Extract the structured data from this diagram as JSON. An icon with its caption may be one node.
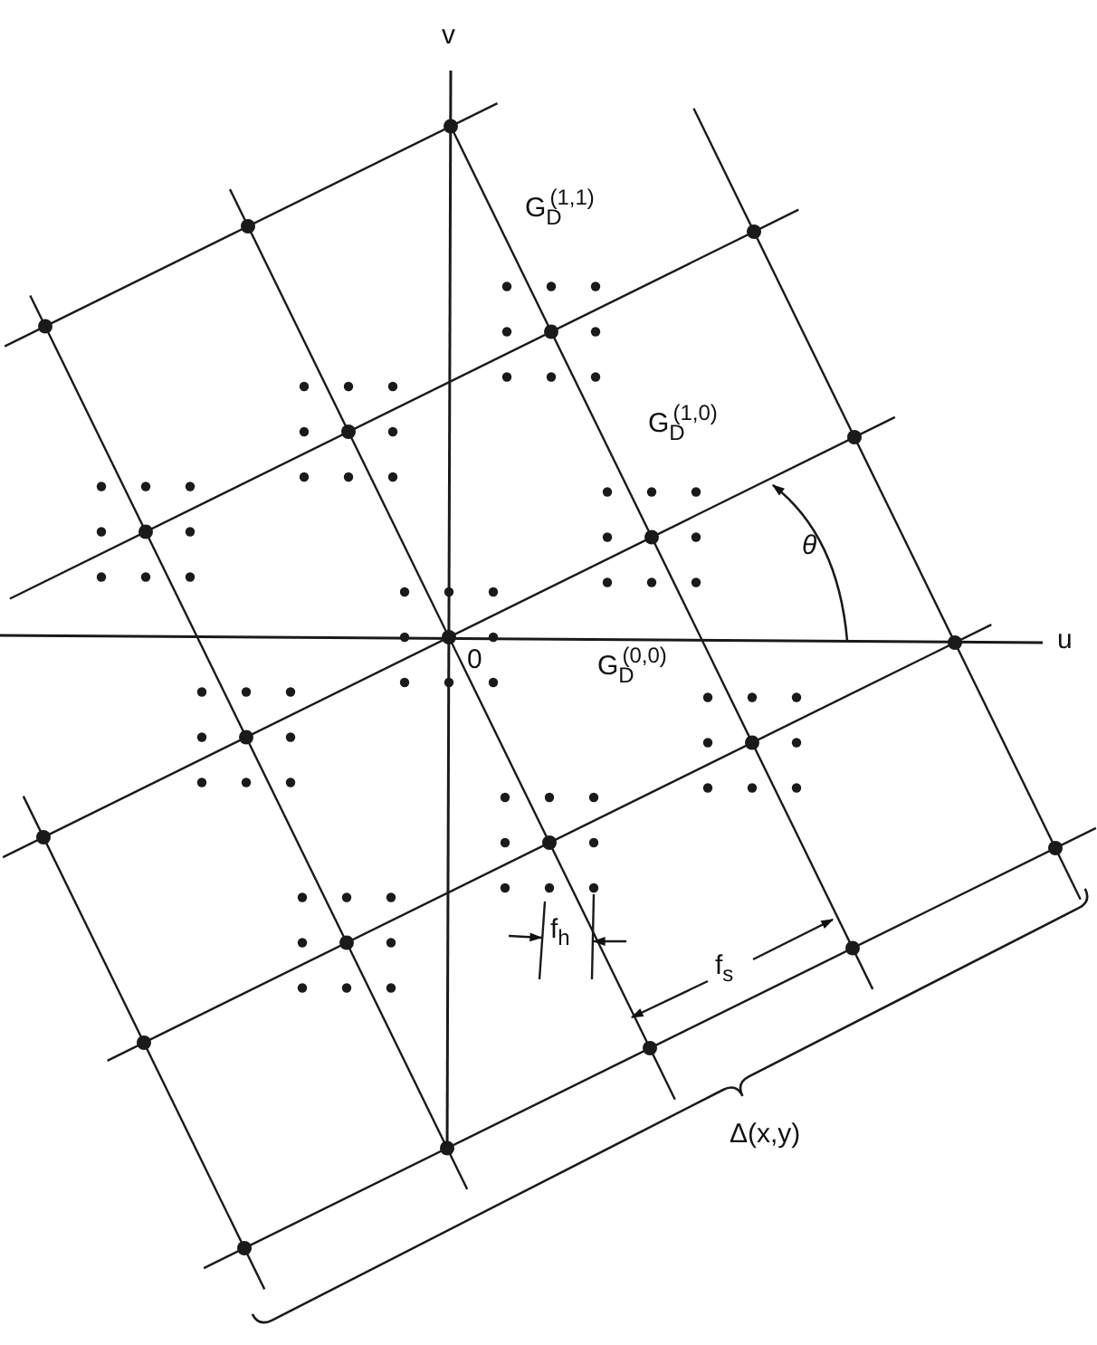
{
  "diagram": {
    "labels": [
      "v",
      "G$_{D}$$^{(1,1)}$",
      "G$_{D}$$^{(1,0)}$",
      "θ",
      "u",
      "0",
      "G$_{D}$$^{(0,0)}$",
      "f$_{h}$",
      "f$_{s}$",
      "Δ(x,y)"
    ]
  }
}
